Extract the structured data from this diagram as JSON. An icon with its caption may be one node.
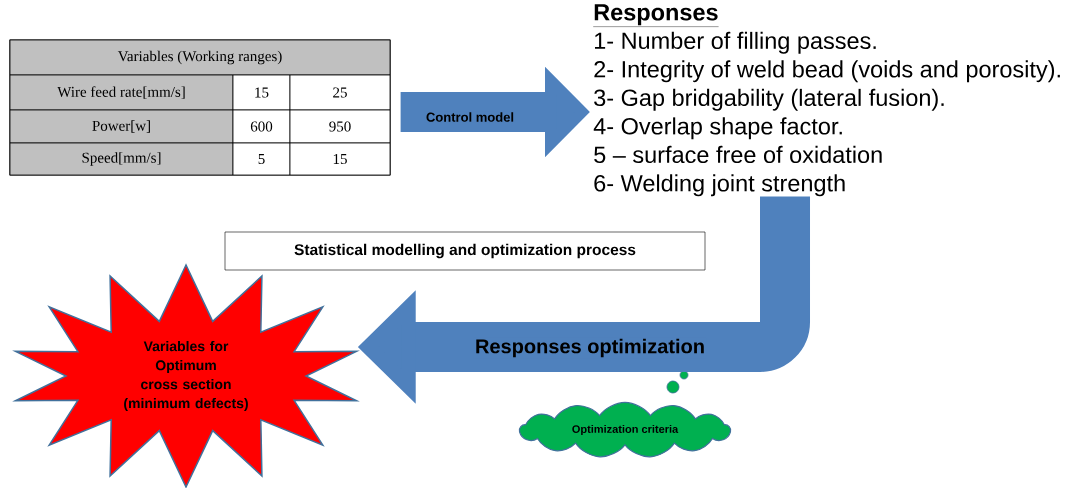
{
  "diagram": {
    "nodes": [
      {
        "text": [
          "Variables (Working ranges)",
          "Wire feed rate[mm/s]",
          "15",
          "25",
          "Power[w]",
          "600",
          "950",
          "Speed[mm/s]",
          "5",
          "15"
        ]
      },
      {
        "text": [
          "Responses",
          "1- Number of filling passes.",
          "2- Integrity of weld bead (voids and porosity).",
          "3- Gap bridgability (lateral fusion).",
          "4-  Overlap shape factor.",
          "5 – surface free of oxidation",
          "6- Welding joint strength"
        ]
      },
      {
        "text": [
          "Statistical modelling and optimization process"
        ]
      },
      {
        "text": [
          "Variables for Optimum cross section (minimum defects)"
        ]
      },
      {
        "text": [
          "Optimization criteria"
        ]
      }
    ],
    "edges": [
      {
        "from": 0,
        "to": 1,
        "arrow": "to",
        "label": "Control model"
      },
      {
        "from": 1,
        "to": 3,
        "arrow": "to",
        "label": "Responses optimization"
      }
    ]
  }
}
